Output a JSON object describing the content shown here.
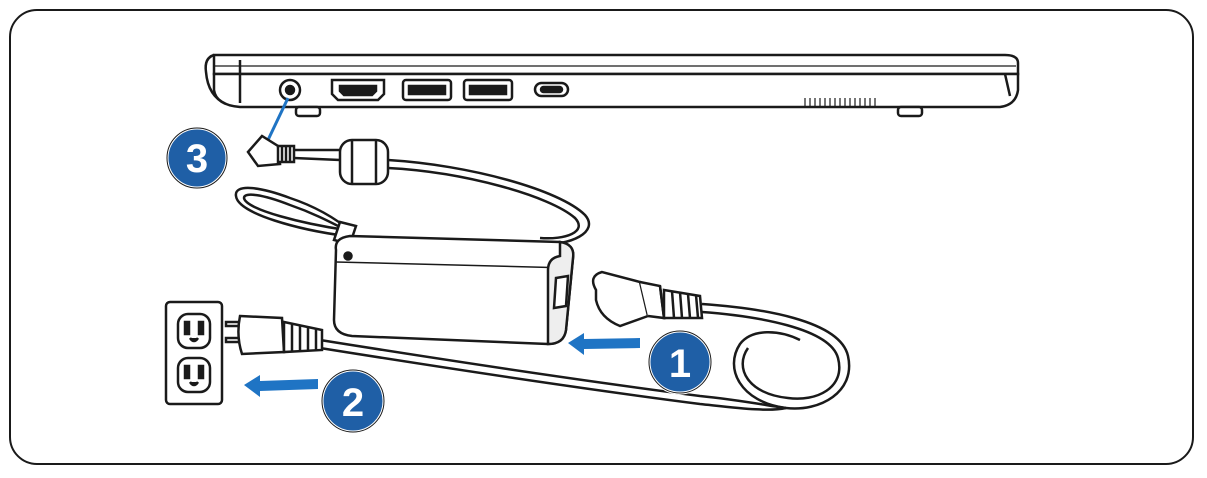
{
  "steps": [
    {
      "number": "1"
    },
    {
      "number": "2"
    },
    {
      "number": "3"
    }
  ],
  "colors": {
    "badge_fill": "#1f5fa6",
    "badge_text": "#ffffff",
    "arrow_fill": "#1f74c4",
    "line": "#1a1a1a",
    "body_fill": "#ffffff",
    "shade": "#eeeeee"
  },
  "icons": {
    "laptop": "laptop-side-view",
    "dc_port": "dc-in-jack",
    "hdmi_port": "hdmi-port",
    "usb_ports": "usb-a-port",
    "usb_c_port": "usb-c-port",
    "adapter": "ac-power-adapter",
    "wall_outlet": "wall-outlet",
    "ac_plug": "ac-plug"
  }
}
